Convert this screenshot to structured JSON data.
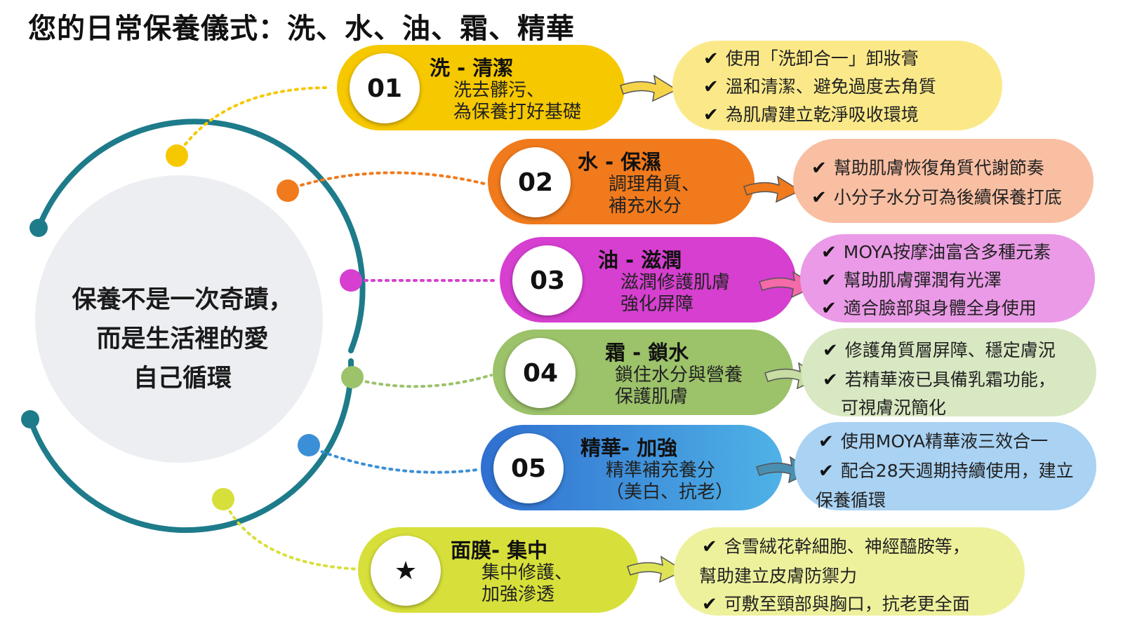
{
  "title": "您的日常保養儀式：洗、水、油、霜、精華",
  "center": {
    "line1": "保養不是一次奇蹟，",
    "line2": "而是生活裡的愛",
    "line3": "自己循環"
  },
  "colors": {
    "ring": "#1e7b8a",
    "step1": "#f6c800",
    "step2": "#f07a1c",
    "step3": "#d63fd0",
    "step4": "#9cc26a",
    "step5": "#3a8fd6",
    "step6": "#d7e03a",
    "bullet1": "#fbe989",
    "bullet2": "#f9bfa2",
    "bullet3": "#ea9ae6",
    "bullet4": "#d8e8c2",
    "bullet5": "#a9d2f3",
    "bullet6": "#eef19c"
  },
  "check_mark": "✔",
  "steps": [
    {
      "num": "01",
      "head": "洗 - 清潔",
      "desc": [
        "洗去髒污、",
        "為保養打好基礎"
      ],
      "bullets": [
        "使用「洗卸合一」卸妝膏",
        "溫和清潔、避免過度去角質",
        "為肌膚建立乾淨吸收環境"
      ]
    },
    {
      "num": "02",
      "head": "水 - 保濕",
      "desc": [
        "調理角質、",
        "補充水分"
      ],
      "bullets": [
        "幫助肌膚恢復角質代謝節奏",
        "小分子水分可為後續保養打底"
      ]
    },
    {
      "num": "03",
      "head": "油 - 滋潤",
      "desc": [
        "滋潤修護肌膚",
        "強化屏障"
      ],
      "bullets": [
        "MOYA按摩油富含多種元素",
        "幫助肌膚彈潤有光澤",
        "適合臉部與身體全身使用"
      ]
    },
    {
      "num": "04",
      "head": "霜 - 鎖水",
      "desc": [
        "鎖住水分與營養",
        "保護肌膚"
      ],
      "bullets": [
        "修護角質層屏障、穩定膚況",
        "若精華液已具備乳霜功能，",
        "可視膚況簡化"
      ]
    },
    {
      "num": "05",
      "head": "精華- 加強",
      "desc": [
        "精準補充養分",
        "（美白、抗老）"
      ],
      "bullets": [
        "使用MOYA精華液三效合一",
        "配合28天週期持續使用，建立",
        "保養循環"
      ]
    },
    {
      "num": "★",
      "head": "面膜- 集中",
      "desc": [
        "集中修護、",
        "加強滲透"
      ],
      "bullets": [
        "含雪絨花幹細胞、神經醯胺等，",
        "幫助建立皮膚防禦力",
        "可敷至頸部與胸口，抗老更全面"
      ]
    }
  ]
}
